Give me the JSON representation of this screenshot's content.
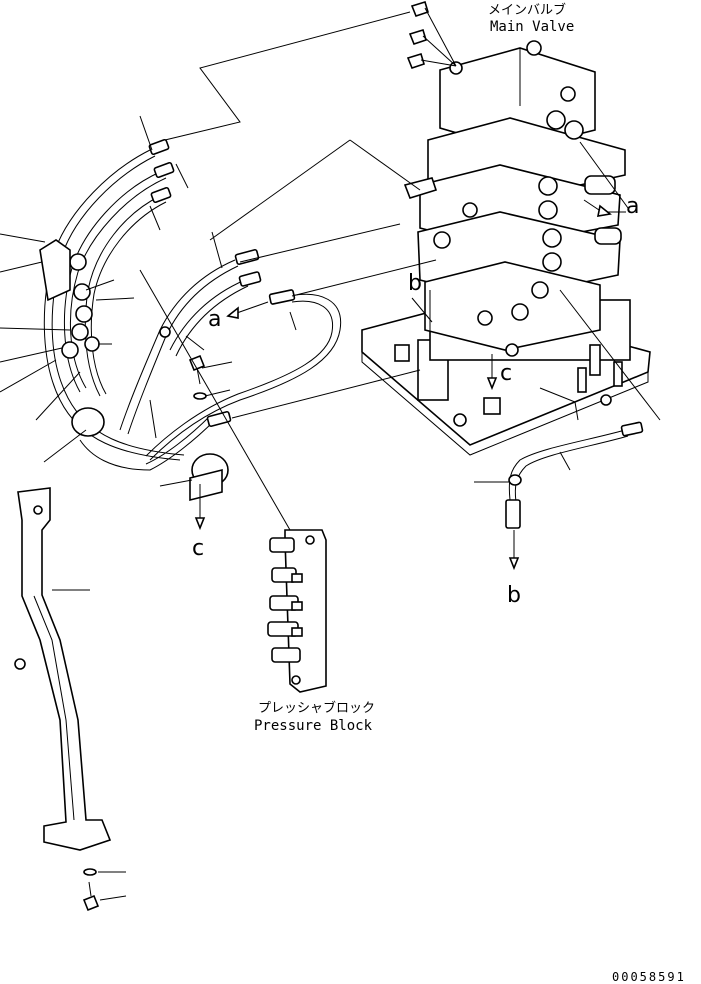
{
  "labels": {
    "main_valve_jp": "メインバルブ",
    "main_valve_en": "Main Valve",
    "pressure_block_jp": "プレッシャブロック",
    "pressure_block_en": "Pressure Block",
    "ref_a_top": "a",
    "ref_a_mid": "a",
    "ref_b_top": "b",
    "ref_b_bottom": "b",
    "ref_c_top": "c",
    "ref_c_bottom": "c",
    "drawing_number": "00058591"
  }
}
